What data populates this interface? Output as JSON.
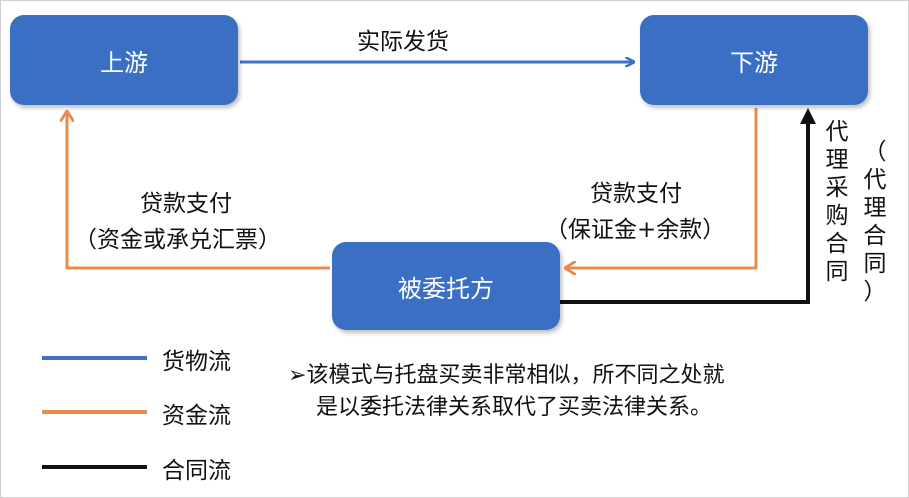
{
  "nodes": {
    "upstream": "上游",
    "downstream": "下游",
    "principal": "被委托方"
  },
  "edges": {
    "actual_delivery": "实际发货",
    "payment_left_line1": "贷款支付",
    "payment_left_line2": "（资金或承兑汇票）",
    "payment_right_line1": "贷款支付",
    "payment_right_line2": "（保证金+余款）",
    "agency_contract": [
      "代",
      "理",
      "采",
      "购",
      "合",
      "同"
    ],
    "agency_contract_paren": [
      "（",
      "代",
      "理",
      "合",
      "同",
      "）"
    ]
  },
  "legend": [
    {
      "label": "货物流",
      "color": "#3f72c1"
    },
    {
      "label": "资金流",
      "color": "#e98b4f"
    },
    {
      "label": "合同流",
      "color": "#111111"
    }
  ],
  "note": {
    "bullet": "➢",
    "line1": "该模式与托盘买卖非常相似，所不同之处就",
    "line2": "是以委托法律关系取代了买卖法律关系。"
  },
  "colors": {
    "box": "#3a6fc4",
    "goods_flow": "#3f72c1",
    "funds_flow": "#e98b4f",
    "contract_flow": "#111111"
  }
}
